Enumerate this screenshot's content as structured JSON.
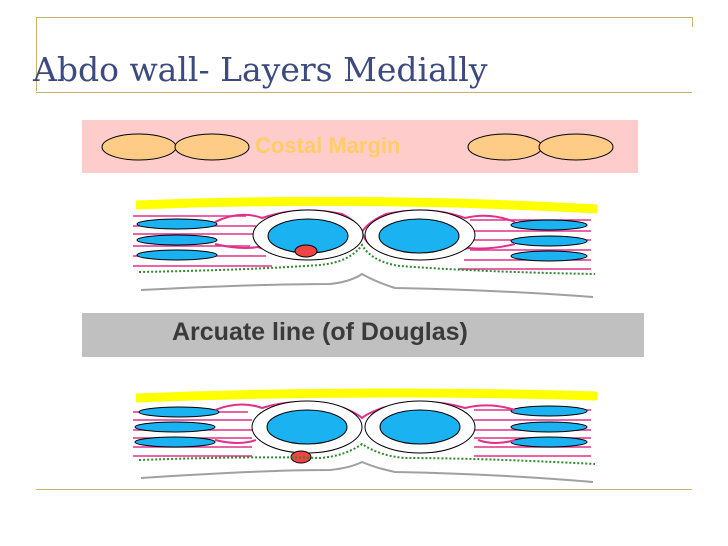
{
  "slide": {
    "title": "Abdo wall- Layers Medially",
    "costal_label": "Costal Margin",
    "arcuate_label": "Arcuate line (of Douglas)"
  },
  "colors": {
    "accent_line": "#c8b36a",
    "title": "#3c4a7f",
    "costal_box": "#ffcccc",
    "costal_text": "#ffcc66",
    "costal_cartilage": "#ffcc88",
    "arcuate_box": "#c0c0c0",
    "skin_fascia": "#ffff00",
    "muscle": "#1ab2f0",
    "aponeurosis": "#e0308a",
    "transversalis_fascia": "#2a8c2a",
    "peritoneum": "#a0a0a0",
    "vessel": "#ee4444"
  }
}
